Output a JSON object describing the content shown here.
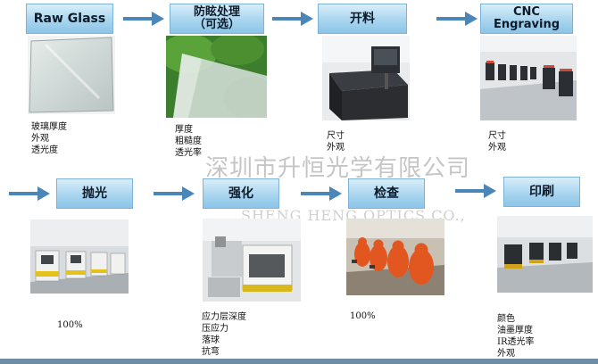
{
  "steps": [
    {
      "title": "Raw Glass",
      "notes": [
        "玻璃厚度",
        "外观",
        "透光度"
      ]
    },
    {
      "title_line1": "防眩处理",
      "title_line2": "（可选）",
      "notes": [
        "厚度",
        "粗糙度",
        "透光率"
      ]
    },
    {
      "title": "开料",
      "notes": [
        "尺寸",
        "外观"
      ]
    },
    {
      "title_line1": "CNC",
      "title_line2": "Engraving",
      "notes": [
        "尺寸",
        "外观"
      ]
    },
    {
      "title": "抛光",
      "notes": [
        "100%"
      ]
    },
    {
      "title": "强化",
      "notes": [
        "应力层深度",
        "压应力",
        "落球",
        "抗弯"
      ]
    },
    {
      "title": "检查",
      "notes": [
        "100%"
      ]
    },
    {
      "title": "印刷",
      "notes": [
        "颜色",
        "油墨厚度",
        "IR透光率",
        "外观"
      ]
    }
  ],
  "watermark": {
    "company_cn": "深圳市升恒光学有限公司",
    "company_en": "SHENG HENG OPTICS CO.,"
  },
  "colors": {
    "header_fill": "#a9d5ef",
    "arrow": "#4a86b8",
    "bottom_bar": "#6e8ea6"
  }
}
